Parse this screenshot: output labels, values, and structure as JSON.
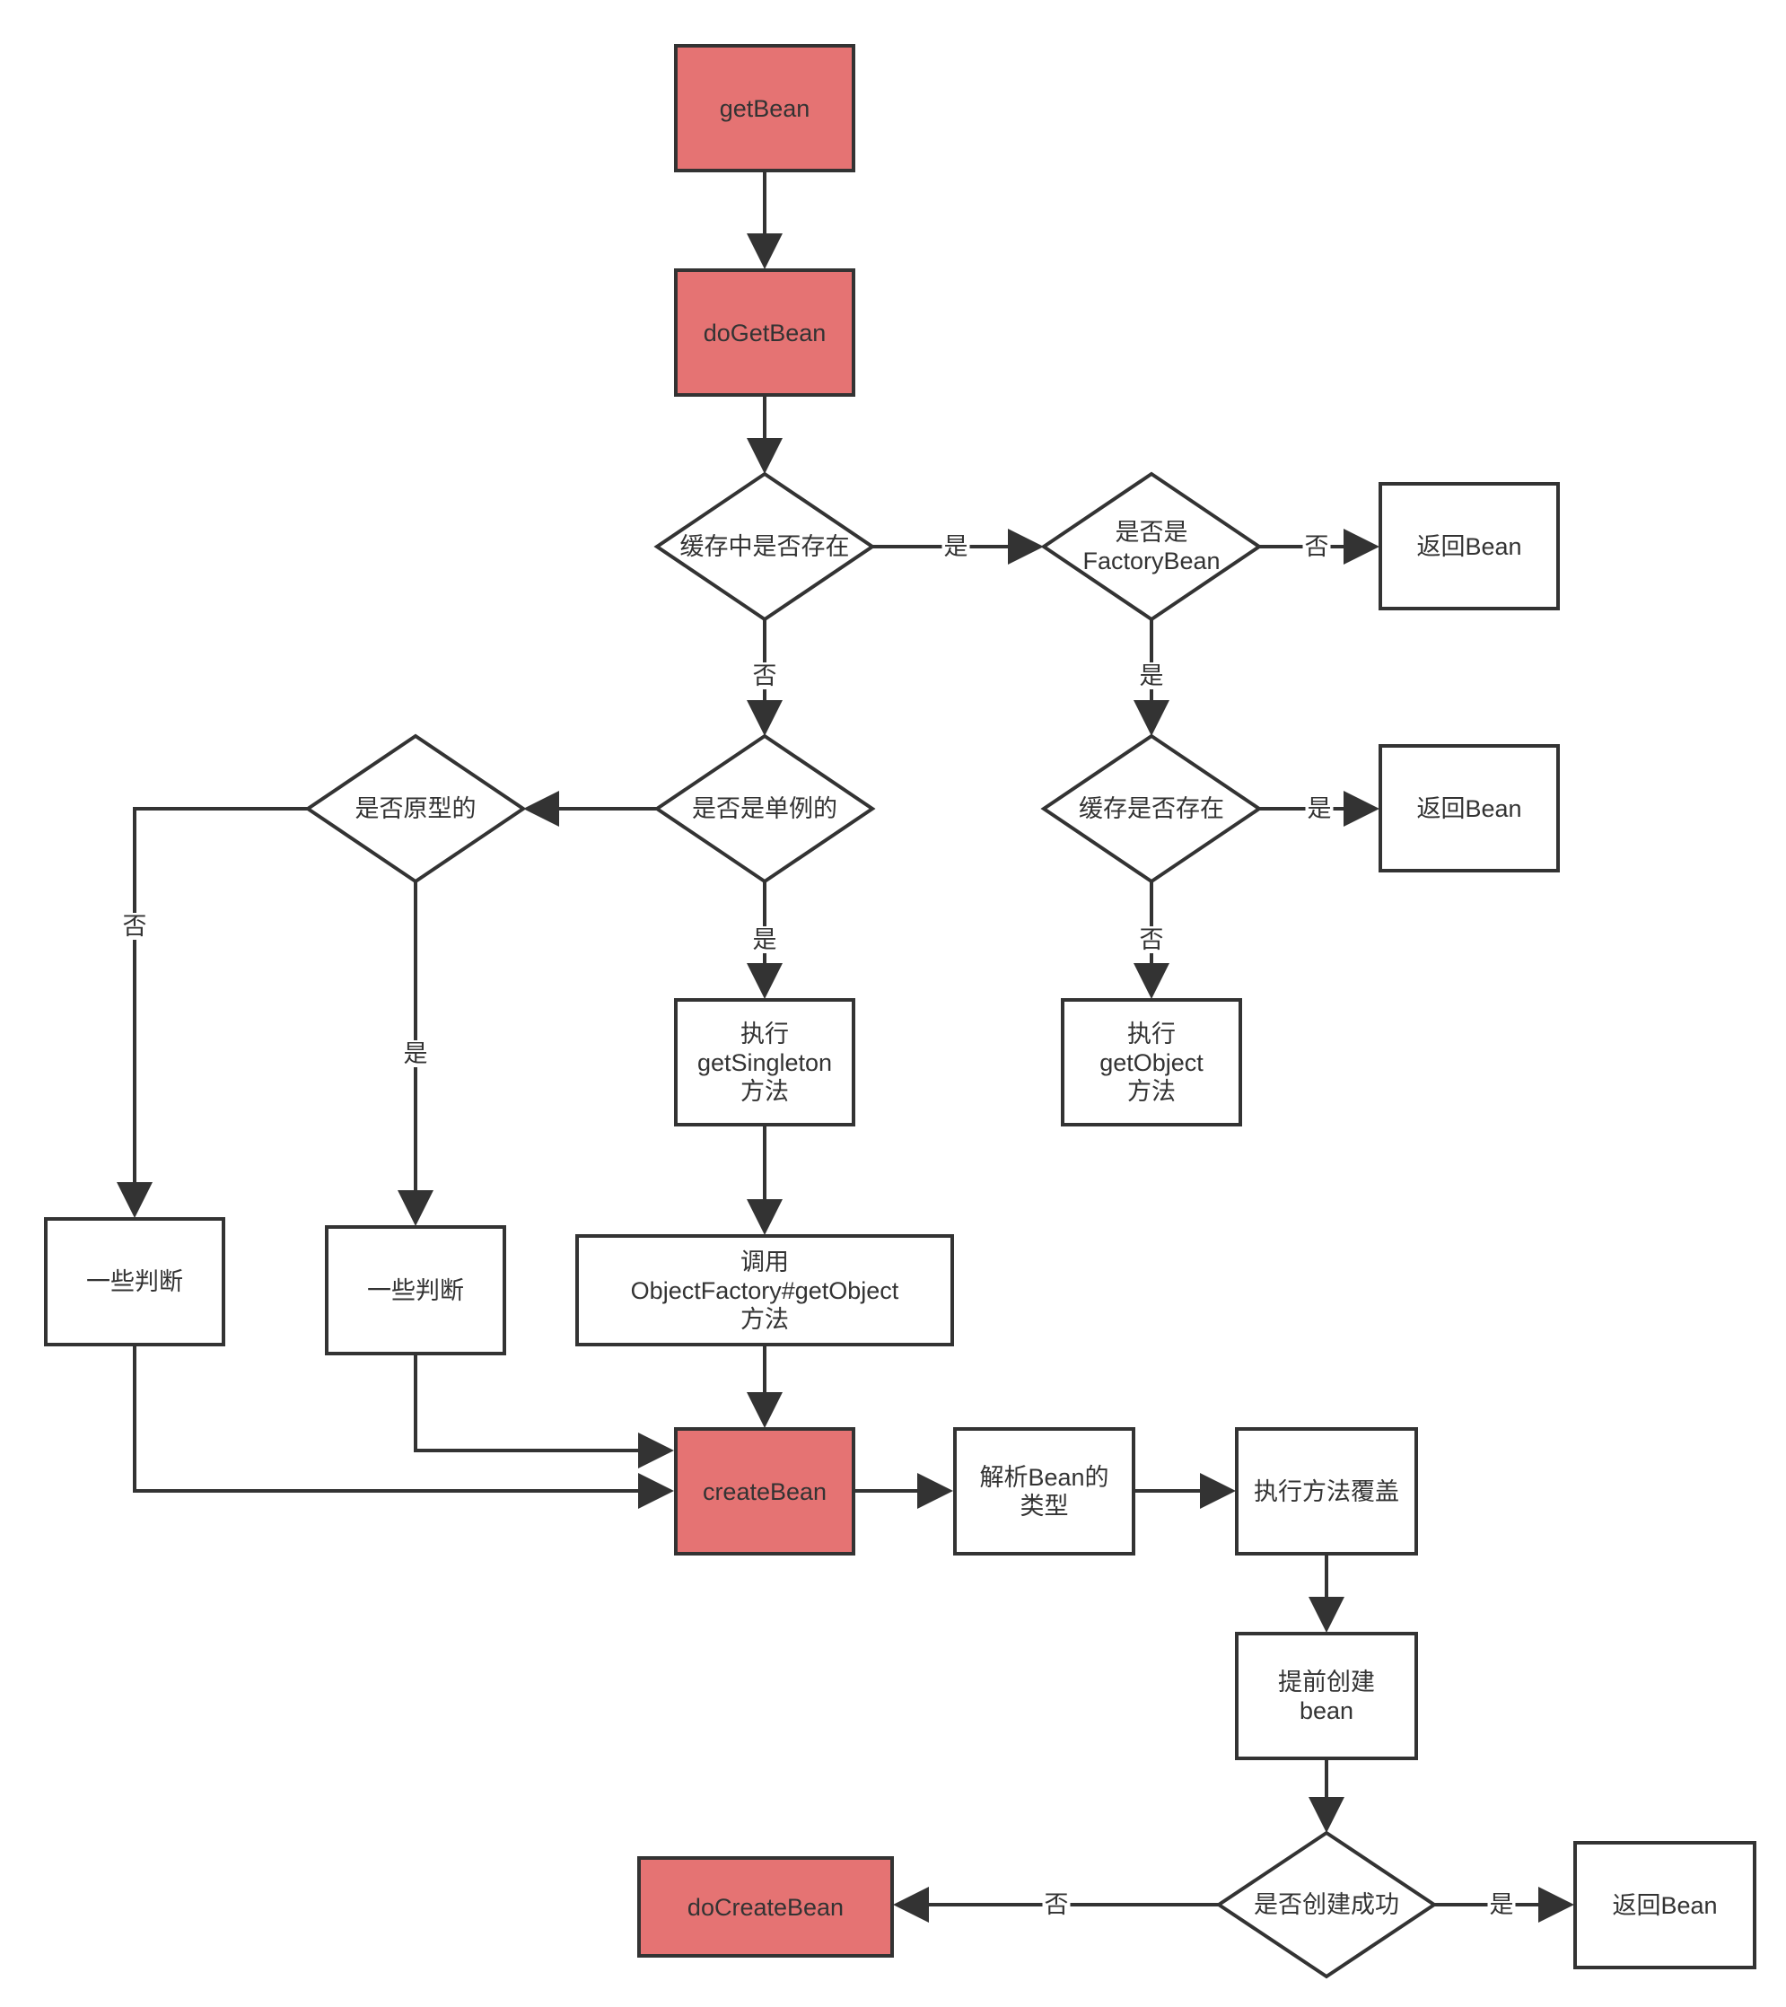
{
  "nodes": {
    "get_bean": "getBean",
    "do_get_bean": "doGetBean",
    "cache_exists": "缓存中是否存在",
    "is_factory_bean": "是否是\nFactoryBean",
    "return_bean_1": "返回Bean",
    "cache_is_exists": "缓存是否存在",
    "return_bean_2": "返回Bean",
    "exec_get_object": "执行\ngetObject\n方法",
    "is_singleton": "是否是单例的",
    "is_prototype": "是否原型的",
    "exec_get_singleton": "执行\ngetSingleton\n方法",
    "call_object_factory": "调用\nObjectFactory#getObject\n方法",
    "some_checks_1": "一些判断",
    "some_checks_2": "一些判断",
    "create_bean": "createBean",
    "resolve_bean_type": "解析Bean的\n类型",
    "exec_method_override": "执行方法覆盖",
    "early_create_bean": "提前创建\nbean",
    "created_successfully": "是否创建成功",
    "return_bean_3": "返回Bean",
    "do_create_bean": "doCreateBean"
  },
  "edge_labels": {
    "cache_to_factory": "是",
    "factory_to_return": "否",
    "cache_to_singleton": "否",
    "factory_to_cache2": "是",
    "cache2_to_return": "是",
    "cache2_to_get_object": "否",
    "singleton_to_get_singleton": "是",
    "prototype_no": "否",
    "prototype_yes": "是",
    "success_to_return": "是",
    "success_to_do_create": "否"
  },
  "colors": {
    "highlight_fill": "#e57373",
    "stroke": "#333333"
  }
}
